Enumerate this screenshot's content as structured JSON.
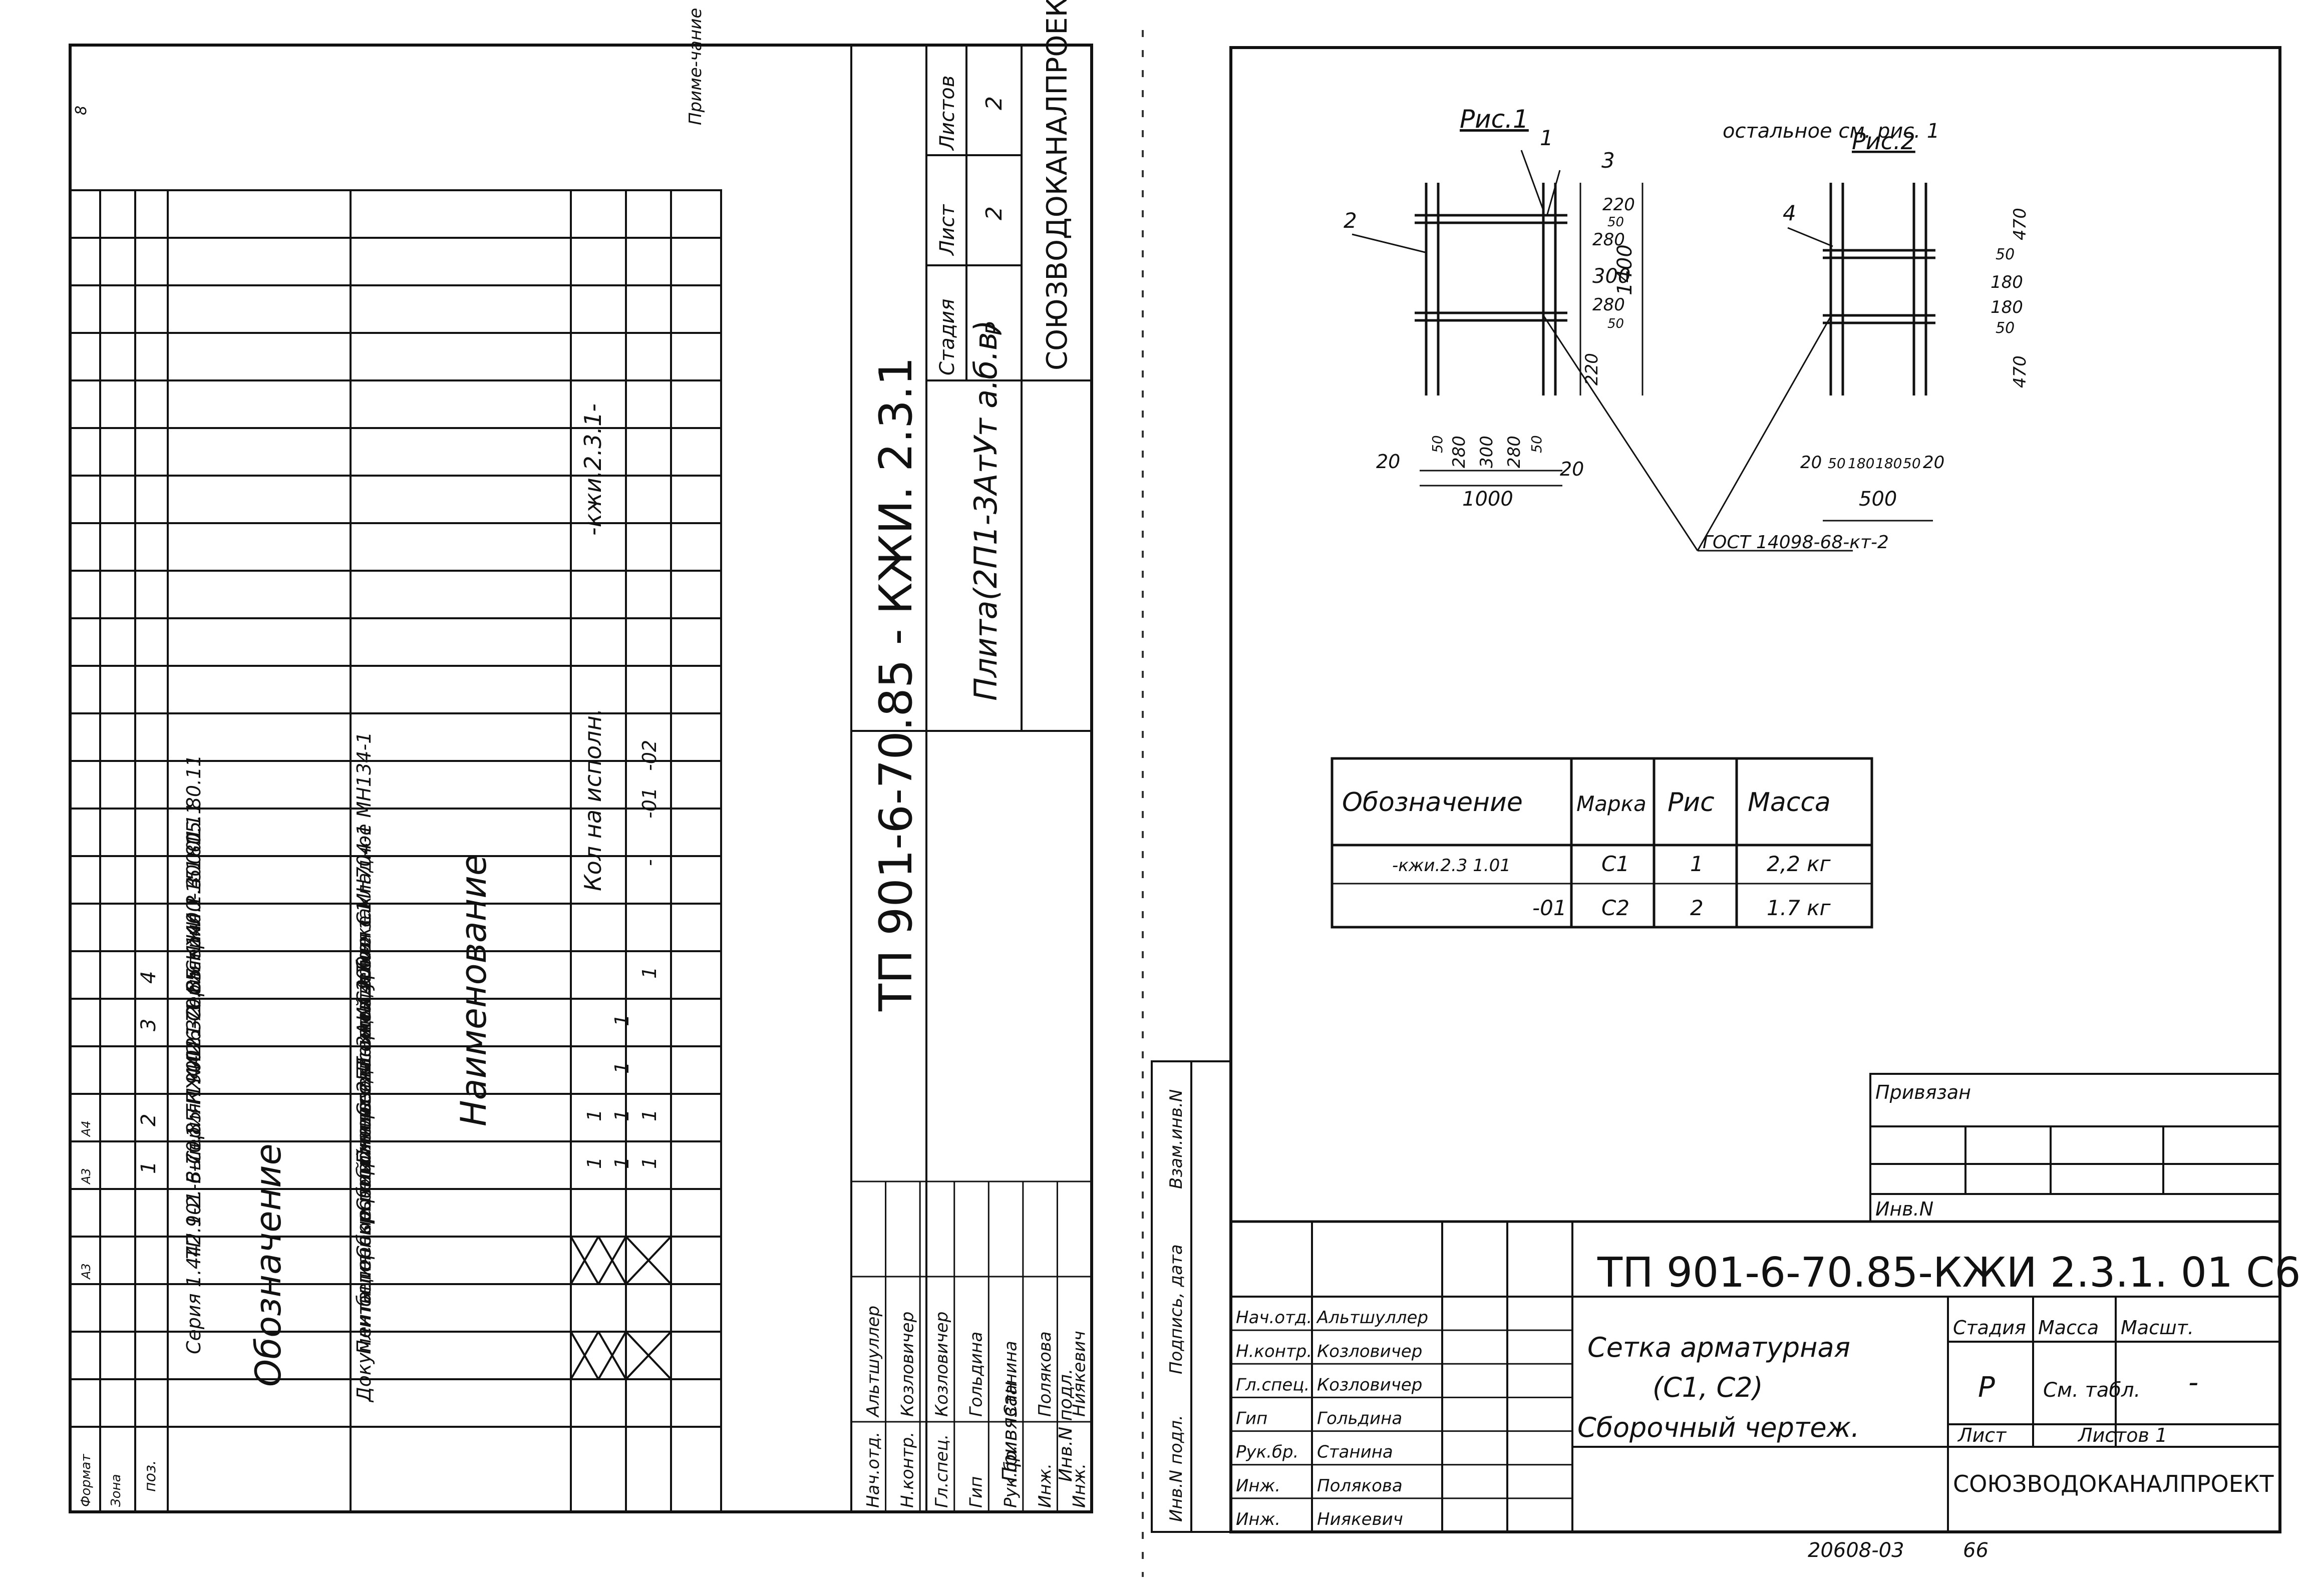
{
  "left_sheet": {
    "corner_label": "8",
    "spec_table": {
      "header": {
        "pos": "поз.",
        "format": "Формат",
        "zone": "Зона",
        "designation": "Обозначение",
        "name": "Наименование",
        "qty_by_version": "Кол на исполн.",
        "versions_caption": "-кжи.2.3.1-",
        "versions": [
          "-",
          "-01",
          "-02"
        ],
        "note": "Приме-чание"
      },
      "rows": [
        {
          "format": "",
          "pos": "",
          "designation": "",
          "name": "Документация",
          "q": [
            "",
            "",
            ""
          ]
        },
        {
          "format": "",
          "pos": "",
          "designation": "Серия 1.442.1-2. Вып.1",
          "name": "Плиты перекрытий железо-",
          "q": [
            "x",
            "x",
            "x"
          ]
        },
        {
          "format": "",
          "pos": "",
          "designation": "",
          "name": "бетонные ребристые высо-той 400м",
          "q": [
            "",
            "",
            ""
          ]
        },
        {
          "format": "А3",
          "pos": "",
          "designation": "ТП 901-6-70.85-КЖИ.2.3.1.С5",
          "name": "Сборочный чертеж",
          "q": [
            "x",
            "x",
            "x"
          ]
        },
        {
          "format": "",
          "pos": "",
          "designation": "",
          "name": "Сборочные единицы",
          "q": [
            "",
            "",
            ""
          ]
        },
        {
          "format": "А3",
          "pos": "1",
          "designation": "Серия 1.442.1-2. Вып.1",
          "name": "Плиты 2П1-3Ат.т.а.б.в",
          "q": [
            "1",
            "1",
            "1"
          ]
        },
        {
          "format": "А4",
          "pos": "2",
          "designation": "ТП 901-6-70.85-КЖИ.2.3.1.01",
          "name": "Сетка арматурная С1",
          "q": [
            "1",
            "1",
            "1"
          ]
        },
        {
          "format": "",
          "pos": "",
          "designation": "-01",
          "name": "То же С2",
          "q": [
            "",
            "1",
            ""
          ]
        },
        {
          "format": "",
          "pos": "3",
          "designation": "Серия 1.400-15. 80.11",
          "name": "Изделие закладное МН134-1",
          "q": [
            "",
            "1",
            ""
          ]
        },
        {
          "format": "",
          "pos": "4",
          "designation": "Серия 1.400-15. 80.11",
          "name": "То же МН704-1",
          "q": [
            "",
            "",
            "1"
          ]
        }
      ]
    },
    "stamp": {
      "code": "ТП 901-6-70.85 - КЖИ. 2.3.1",
      "title": "Плита(2П1-3АтУт а.б.в)",
      "stage_label": "Стадия",
      "stage": "Р",
      "sheet_label": "Лист",
      "sheet": "2",
      "sheets_label": "Листов",
      "sheets": "2",
      "org": "СОЮЗВОДОКАНАЛПРОЕКТ",
      "roles": [
        "Нач.отд.",
        "Н.контр.",
        "Гл.спец.",
        "Гип",
        "Рук.бр.",
        "Инж.",
        "Инж."
      ],
      "names": [
        "Альтшуллер",
        "Козловичер",
        "Козловичер",
        "Гольдина",
        "Станина",
        "Полякова",
        "Ниякевич"
      ],
      "privyazan": "Привязан",
      "inv_podl": "Инв.N подл."
    }
  },
  "right_sheet": {
    "side_labels": [
      "Взам.инв.N",
      "Подпись, дата",
      "Инв.N подл."
    ],
    "figure1": {
      "title": "Рис.1",
      "callouts": [
        "1",
        "2",
        "3"
      ],
      "horiz_dims": [
        "20",
        "50",
        "280",
        "300",
        "280",
        "50",
        "20"
      ],
      "overall_width": "1000",
      "vert_dims": [
        "220",
        "50",
        "280",
        "300",
        "280",
        "50",
        "220"
      ],
      "overall_height": "1400"
    },
    "figure2": {
      "title": "Рис.2",
      "subtitle": "остальное см. рис. 1",
      "callout": "4",
      "horiz_dims": [
        "20",
        "50",
        "180",
        "180",
        "50",
        "20"
      ],
      "overall_width": "500",
      "vert_dims": [
        "470",
        "50",
        "180",
        "180",
        "50",
        "470"
      ]
    },
    "gost": "ГОСТ 14098-68-кт-2",
    "mass_table": {
      "headers": [
        "Обозначение",
        "Марка",
        "Рис",
        "Масса"
      ],
      "rows": [
        [
          "-кжи.2.3 1.01",
          "С1",
          "1",
          "2,2 кг"
        ],
        [
          "-01",
          "С2",
          "2",
          "1.7 кг"
        ]
      ]
    },
    "privyazan": "Привязан",
    "inv_n": "Инв.N",
    "stamp": {
      "code": "ТП 901-6-70.85-КЖИ 2.3.1. 01 С6",
      "title_lines": [
        "Сетка арматурная",
        "(С1, С2)",
        "Сборочный чертеж."
      ],
      "stage_label": "Стадия",
      "mass_label": "Масса",
      "scale_label": "Масшт.",
      "stage": "Р",
      "mass": "См. табл.",
      "scale": "-",
      "sheet_label": "Лист",
      "sheets_label": "Листов 1",
      "org": "СОЮЗВОДОКАНАЛПРОЕКТ",
      "roles": [
        "Нач.отд.",
        "Н.контр.",
        "Гл.спец.",
        "Гип",
        "Рук.бр.",
        "Инж.",
        "Инж."
      ],
      "names": [
        "Альтшуллер",
        "Козловичер",
        "Козловичер",
        "Гольдина",
        "Станина",
        "Полякова",
        "Ниякевич"
      ]
    },
    "footer_number": "20608-03",
    "footer_page": "66"
  }
}
